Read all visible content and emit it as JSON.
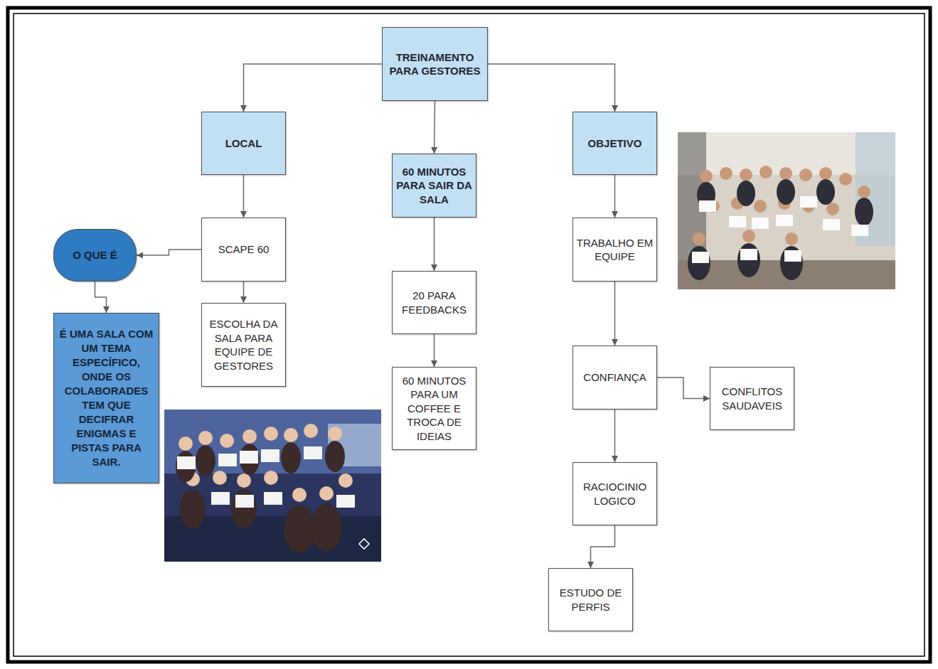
{
  "diagram": {
    "nodes": [
      {
        "text": [
          "TREINAMENTO PARA GESTORES"
        ]
      },
      {
        "text": [
          "LOCAL"
        ]
      },
      {
        "text": [
          "60 MINUTOS PARA SAIR DA SALA"
        ]
      },
      {
        "text": [
          "OBJETIVO"
        ]
      },
      {
        "text": [
          "O QUE É"
        ]
      },
      {
        "text": [
          "SCAPE 60"
        ]
      },
      {
        "text": [
          "É UMA SALA COM UM TEMA ESPECÍFICO, ONDE OS COLABORADES TEM QUE DECIFRAR ENIGMAS E PISTAS PARA SAIR."
        ]
      },
      {
        "text": [
          "ESCOLHA DA SALA PARA EQUIPE DE GESTORES"
        ]
      },
      {
        "text": [
          "20 PARA FEEDBACKS"
        ]
      },
      {
        "text": [
          "60 MINUTOS PARA UM COFFEE E TROCA DE IDEIAS"
        ]
      },
      {
        "text": [
          "TRABALHO EM EQUIPE"
        ]
      },
      {
        "text": [
          "CONFIANÇA"
        ]
      },
      {
        "text": [
          "CONFLITOS SAUDAVEIS"
        ]
      },
      {
        "text": [
          "RACIOCINIO LOGICO"
        ]
      },
      {
        "text": [
          "ESTUDO DE PERFIS"
        ]
      }
    ],
    "edges": [
      {
        "from": 0,
        "to": 1,
        "arrow": "to"
      },
      {
        "from": 0,
        "to": 2,
        "arrow": "to"
      },
      {
        "from": 0,
        "to": 3,
        "arrow": "to"
      },
      {
        "from": 1,
        "to": 5,
        "arrow": "to"
      },
      {
        "from": 5,
        "to": 4,
        "arrow": "to"
      },
      {
        "from": 4,
        "to": 6,
        "arrow": "to"
      },
      {
        "from": 5,
        "to": 7,
        "arrow": "to"
      },
      {
        "from": 2,
        "to": 8,
        "arrow": "to"
      },
      {
        "from": 8,
        "to": 9,
        "arrow": "to"
      },
      {
        "from": 3,
        "to": 10,
        "arrow": "to"
      },
      {
        "from": 10,
        "to": 11,
        "arrow": "to"
      },
      {
        "from": 11,
        "to": 12,
        "arrow": "to"
      },
      {
        "from": 11,
        "to": 13,
        "arrow": "to"
      },
      {
        "from": 13,
        "to": 14,
        "arrow": "to"
      }
    ]
  }
}
